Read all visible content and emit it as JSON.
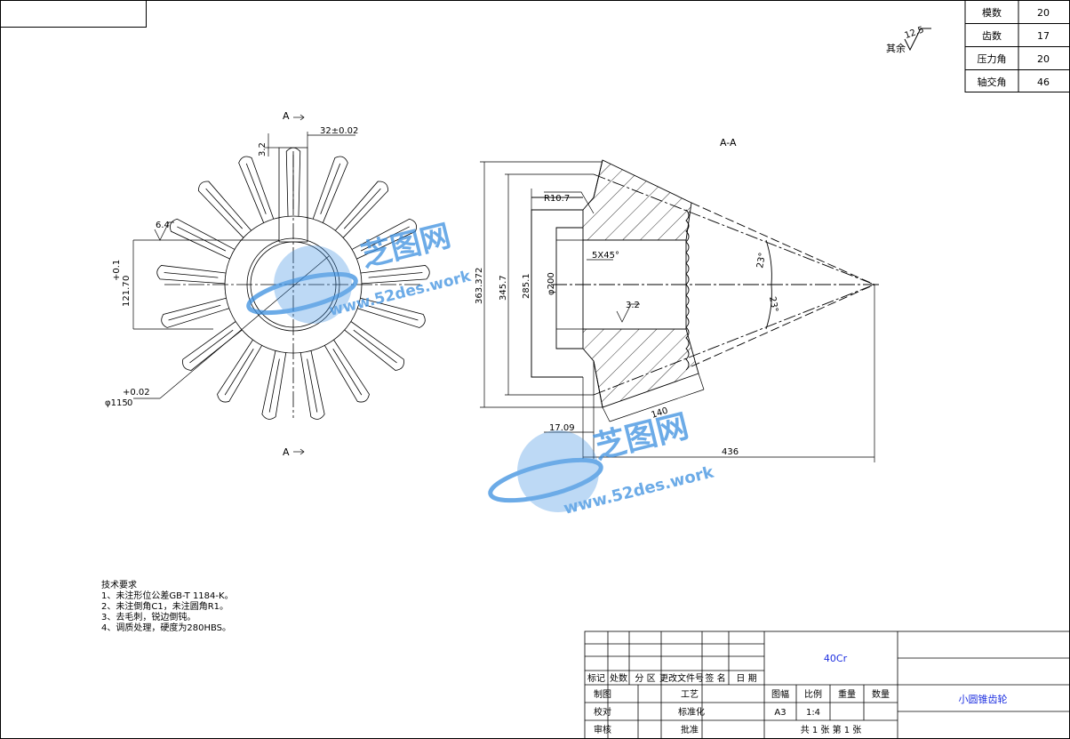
{
  "param_table": {
    "rows": [
      {
        "name": "模数",
        "value": "20"
      },
      {
        "name": "齿数",
        "value": "17"
      },
      {
        "name": "压力角",
        "value": "20"
      },
      {
        "name": "轴交角",
        "value": "46"
      }
    ]
  },
  "roughness": {
    "label": "其余",
    "value": "12.5"
  },
  "front_view": {
    "section_mark_top": "A",
    "section_mark_bottom": "A",
    "dims": {
      "keyway_width": "32±0.02",
      "keyway_depth": "3.2",
      "left_roughness": "6.4",
      "key_height": "121.7",
      "key_height_tol_upper": "+0.1",
      "key_height_tol_lower": "0",
      "bore_diameter": "φ115",
      "bore_tol_upper": "+0.02",
      "bore_tol_lower": "0"
    }
  },
  "section_view": {
    "title": "A-A",
    "dims": {
      "outer_dia": "363.372",
      "dia_2": "345.7",
      "dia_3": "285.1",
      "bore": "φ200",
      "fillet": "R10.7",
      "chamfer": "5X45°",
      "roughness": "3.2",
      "offset": "17.09",
      "face_width": "140",
      "cone_distance": "436",
      "angle_1": "23°",
      "angle_2": "23°"
    }
  },
  "tech_requirements": {
    "title": "技术要求",
    "items": [
      "1、未注形位公差GB-T 1184-K。",
      "2、未注倒角C1，未注圆角R1。",
      "3、去毛刺，锐边倒钝。",
      "4、调质处理，硬度为280HBS。"
    ]
  },
  "title_block": {
    "material": "40Cr",
    "part_name": "小圆锥齿轮",
    "rev_header": [
      "标记",
      "处数",
      "分 区",
      "更改文件号",
      "签 名",
      "日 期"
    ],
    "row_labels": [
      "制图",
      "校对",
      "审核"
    ],
    "process": "工艺",
    "standard": "标准化",
    "approve": "批准",
    "drawing_size_label": "图幅",
    "scale_label": "比例",
    "weight_label": "重量",
    "qty_label": "数量",
    "drawing_size": "A3",
    "scale": "1:4",
    "sheets": "共 1 张   第 1 张"
  },
  "watermark": {
    "brand": "芝图网",
    "url": "www.52des.work",
    "color": "#3b8fe0"
  }
}
